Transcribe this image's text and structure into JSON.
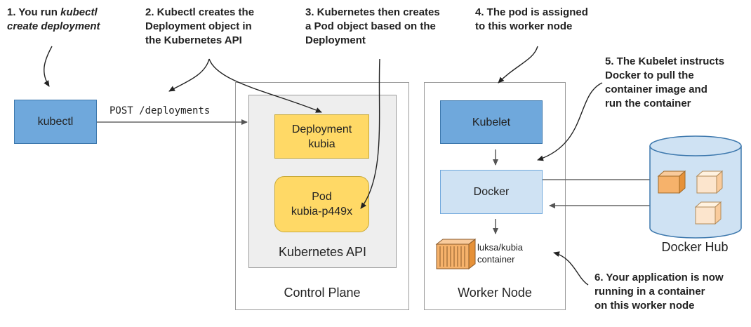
{
  "callouts": {
    "c1": {
      "line1_prefix": "1. You run ",
      "line1_em": "kubectl",
      "line2_em": "create deployment"
    },
    "c2": {
      "line1": "2. Kubectl creates the",
      "line2": "Deployment object in",
      "line3": "the Kubernetes API"
    },
    "c3": {
      "line1": "3. Kubernetes then creates",
      "line2": "a Pod object based on the",
      "line3": "Deployment"
    },
    "c4": {
      "line1": "4. The pod is assigned",
      "line2": "to this worker node"
    },
    "c5": {
      "line1": "5. The Kubelet instructs",
      "line2": "Docker to pull the",
      "line3": "container image and",
      "line4": "run the container"
    },
    "c6": {
      "line1": "6. Your application is now",
      "line2": "running in a container",
      "line3": "on this worker node"
    }
  },
  "kubectl": {
    "label": "kubectl"
  },
  "request": {
    "label": "POST /deployments"
  },
  "control_plane": {
    "label": "Control Plane",
    "api_label": "Kubernetes API",
    "deployment": {
      "line1": "Deployment",
      "line2": "kubia"
    },
    "pod": {
      "line1": "Pod",
      "line2": "kubia-p449x"
    }
  },
  "worker_node": {
    "label": "Worker Node",
    "kubelet": "Kubelet",
    "docker": "Docker",
    "container": {
      "line1": "luksa/kubia",
      "line2": "container"
    }
  },
  "docker_hub": {
    "label": "Docker Hub"
  },
  "colors": {
    "blue": "#6fa8dc",
    "yellow": "#ffd966",
    "light_blue": "#cfe2f3",
    "orange": "#f6b26b",
    "cream": "#fce5cd"
  }
}
